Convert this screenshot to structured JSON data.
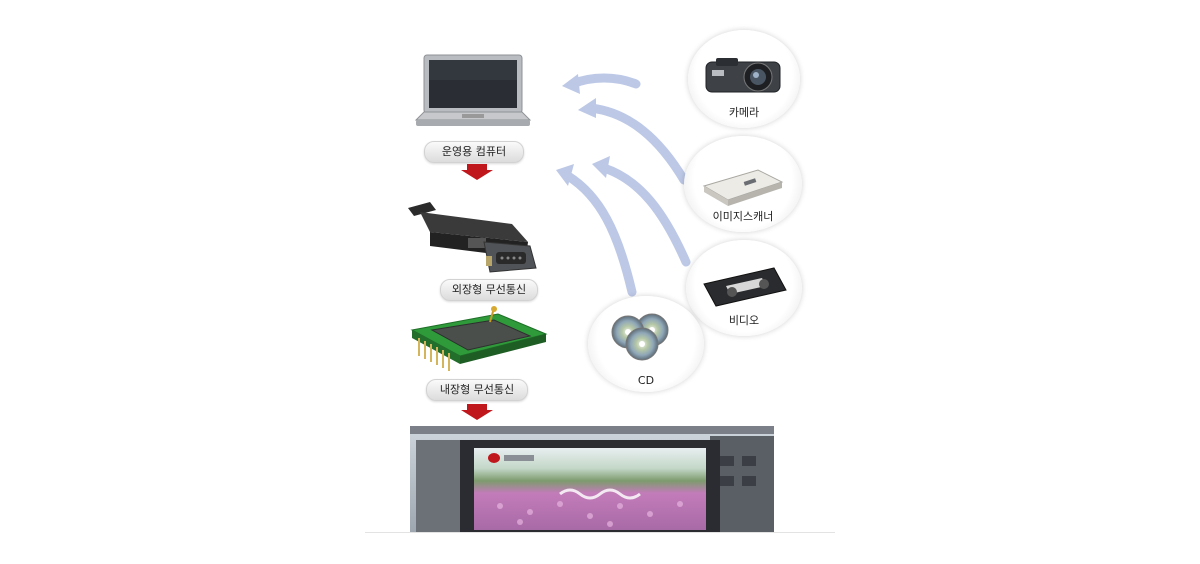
{
  "source_devices": [
    {
      "id": "camera",
      "label": "카메라",
      "icon": "camera-icon"
    },
    {
      "id": "scanner",
      "label": "이미지스캐너",
      "icon": "scanner-icon"
    },
    {
      "id": "video",
      "label": "비디오",
      "icon": "videotape-icon"
    },
    {
      "id": "cd",
      "label": "CD",
      "icon": "cd-icon"
    }
  ],
  "flow": [
    {
      "id": "computer",
      "label": "운영용 컴퓨터",
      "icon": "laptop-icon"
    },
    {
      "id": "external-wireless",
      "label": "외장형 무선통신",
      "icon": "wireless-modem-icon"
    },
    {
      "id": "internal-wireless",
      "label": "내장형 무선통신",
      "icon": "wireless-board-icon"
    },
    {
      "id": "led-display",
      "label": "",
      "icon": "led-billboard-photo"
    }
  ],
  "colors": {
    "flow_arrow": "#c0171d",
    "input_arrow": "#b5c3e3"
  }
}
